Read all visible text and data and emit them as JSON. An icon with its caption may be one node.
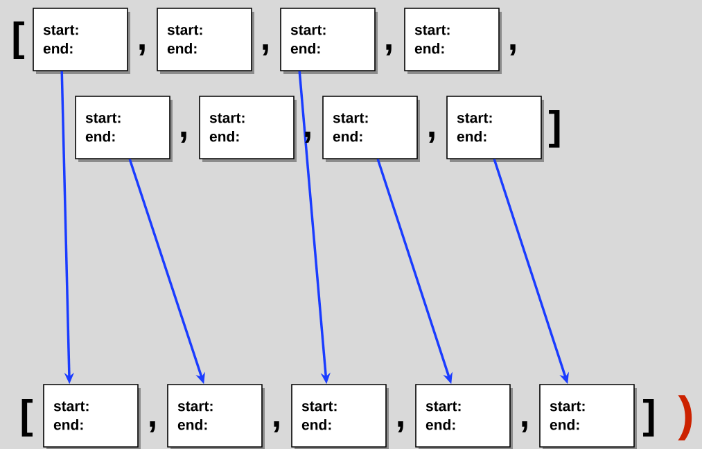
{
  "diagram": {
    "nodes": [
      {
        "text": [
          "start:",
          "end:"
        ]
      },
      {
        "text": [
          "start:",
          "end:"
        ]
      },
      {
        "text": [
          "start:",
          "end:"
        ]
      },
      {
        "text": [
          "start:",
          "end:"
        ]
      },
      {
        "text": [
          "start:",
          "end:"
        ]
      },
      {
        "text": [
          "start:",
          "end:"
        ]
      },
      {
        "text": [
          "start:",
          "end:"
        ]
      },
      {
        "text": [
          "start:",
          "end:"
        ]
      },
      {
        "text": [
          "start:",
          "end:"
        ]
      },
      {
        "text": [
          "start:",
          "end:"
        ]
      },
      {
        "text": [
          "start:",
          "end:"
        ]
      },
      {
        "text": [
          "start:",
          "end:"
        ]
      },
      {
        "text": [
          "start:",
          "end:"
        ]
      }
    ],
    "edges": [
      {
        "from": 0,
        "to": 8,
        "arrow": "to"
      },
      {
        "from": 4,
        "to": 9,
        "arrow": "to"
      },
      {
        "from": 2,
        "to": 10,
        "arrow": "to"
      },
      {
        "from": 6,
        "to": 11,
        "arrow": "to"
      },
      {
        "from": 7,
        "to": 12,
        "arrow": "to"
      }
    ],
    "labels": [
      "[",
      ",",
      ",",
      ",",
      ",",
      ",",
      ",",
      ",",
      "]",
      "[",
      ",",
      ",",
      ",",
      ",",
      "]",
      ")"
    ]
  }
}
